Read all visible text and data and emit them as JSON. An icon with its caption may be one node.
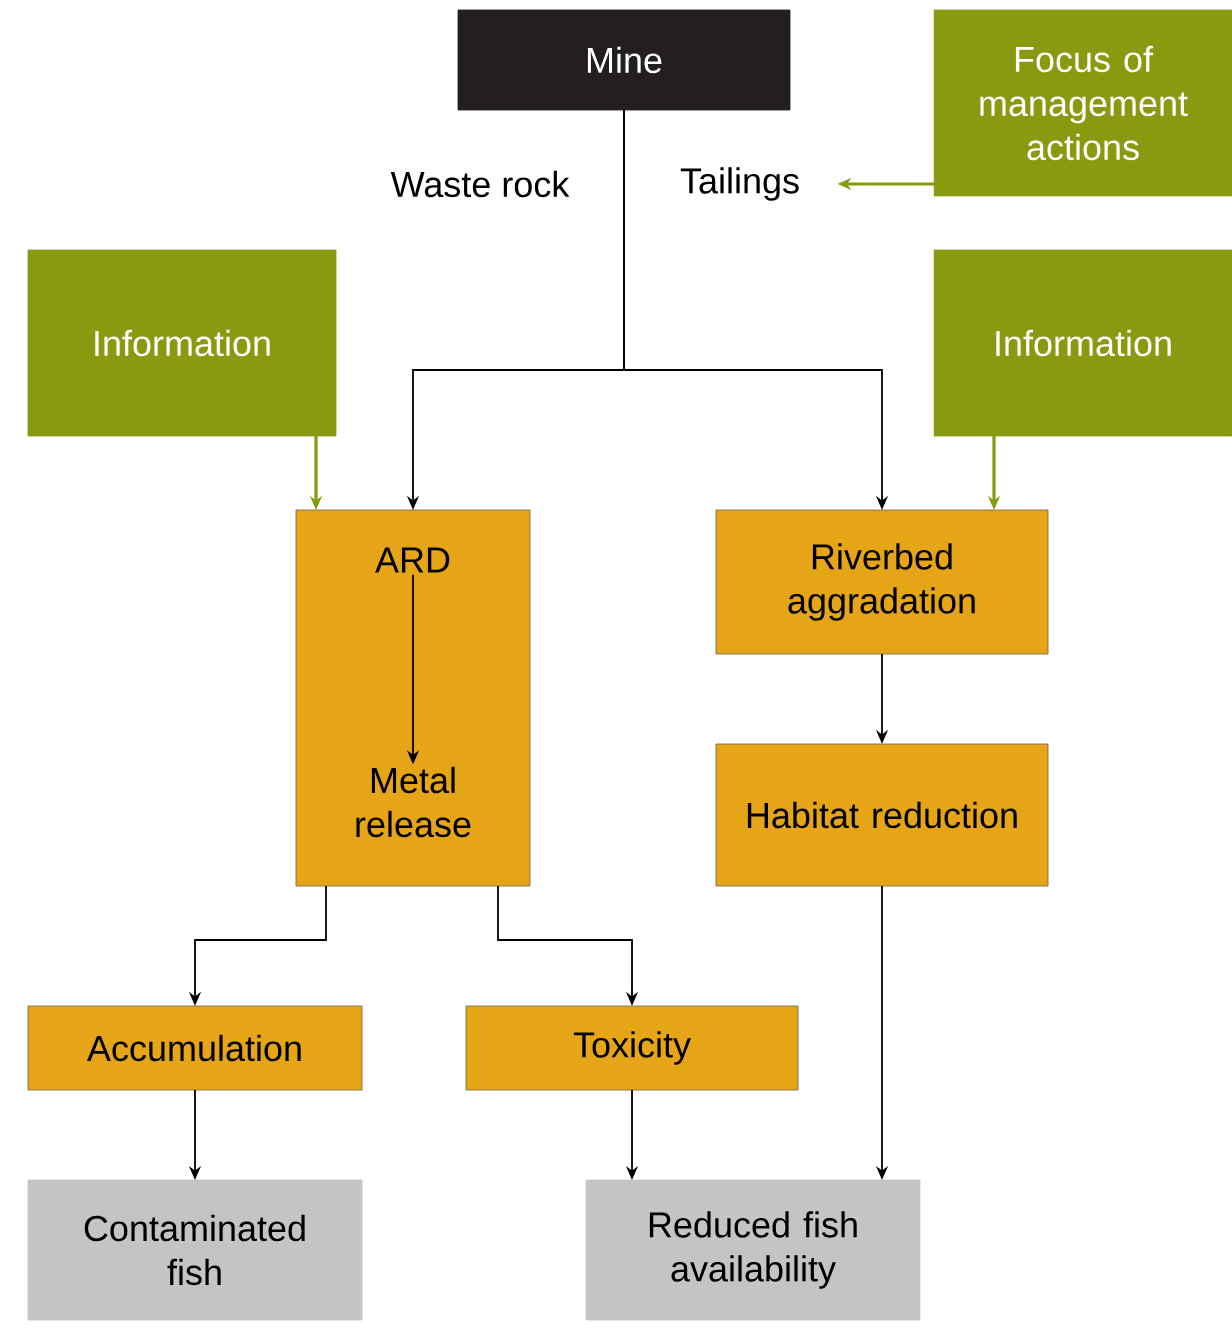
{
  "diagram": {
    "nodes": [
      {
        "text": [
          "Mine"
        ]
      },
      {
        "text": [
          "Focus of management actions"
        ]
      },
      {
        "text": [
          "Tailings"
        ]
      },
      {
        "text": [
          "Information"
        ]
      },
      {
        "text": [
          "Information"
        ]
      },
      {
        "text": [],
        "shape": "box"
      },
      {
        "text": [
          "ARD"
        ],
        "in": 5
      },
      {
        "text": [
          "Metal release"
        ],
        "in": 5
      },
      {
        "text": [
          "Riverbed aggradation"
        ]
      },
      {
        "text": [
          "Habitat reduction"
        ]
      },
      {
        "text": [
          "Accumulation"
        ]
      },
      {
        "text": [
          "Toxicity"
        ]
      },
      {
        "text": [
          "Contaminated fish"
        ]
      },
      {
        "text": [
          "Reduced fish availability"
        ]
      }
    ],
    "edges": [
      {
        "from": 0,
        "to": 5,
        "arrow": "to"
      },
      {
        "from": 0,
        "to": 8,
        "arrow": "to"
      },
      {
        "from": 1,
        "to": 2,
        "arrow": "to",
        "color": "#8a9a10"
      },
      {
        "from": 3,
        "to": 5,
        "arrow": "to",
        "color": "#8a9a10"
      },
      {
        "from": 4,
        "to": 8,
        "arrow": "to",
        "color": "#8a9a10"
      },
      {
        "from": 6,
        "to": 7,
        "arrow": "to"
      },
      {
        "from": 5,
        "to": 10,
        "arrow": "to"
      },
      {
        "from": 5,
        "to": 11,
        "arrow": "to"
      },
      {
        "from": 8,
        "to": 9,
        "arrow": "to"
      },
      {
        "from": 9,
        "to": 13,
        "arrow": "to"
      },
      {
        "from": 10,
        "to": 12,
        "arrow": "to"
      },
      {
        "from": 11,
        "to": 13,
        "arrow": "to"
      }
    ],
    "labels": [
      "Waste rock"
    ]
  }
}
